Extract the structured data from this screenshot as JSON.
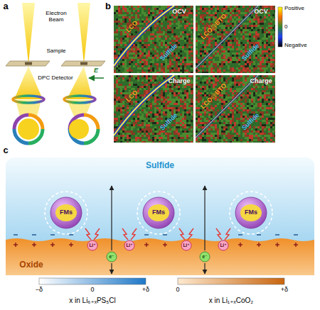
{
  "diagram": {
    "nodes": [
      {
        "text": [
          "OCV",
          "Sulfide",
          "LCO"
        ]
      },
      {
        "text": [
          "OCV",
          "Sulfide",
          "LCO@BTO"
        ]
      },
      {
        "text": [
          "Charge",
          "Sulfide",
          "LCO"
        ]
      },
      {
        "text": [
          "Charge",
          "Sulfide",
          "LCO@BTO"
        ]
      },
      {
        "text": [
          "Sulfide"
        ]
      },
      {
        "text": [
          "FMs"
        ],
        "in": 4
      },
      {
        "text": [
          "FMs"
        ],
        "in": 4
      },
      {
        "text": [
          "FMs"
        ],
        "in": 4
      },
      {
        "text": [
          "Oxide"
        ]
      }
    ],
    "labels": [
      "a",
      "b",
      "c",
      "Electron Beam",
      "Sample",
      "DPC Detector",
      "E",
      "Positive",
      "0",
      "Negative",
      "Li⁺",
      "Li⁺",
      "e⁻",
      "Li⁺",
      "Li⁺",
      "e⁻",
      "−δ",
      "0",
      "+δ",
      "x in Li₆₊ₓPS₅Cl",
      "0",
      "+δ",
      "x in Li₁₊ₓCoO₂"
    ]
  }
}
